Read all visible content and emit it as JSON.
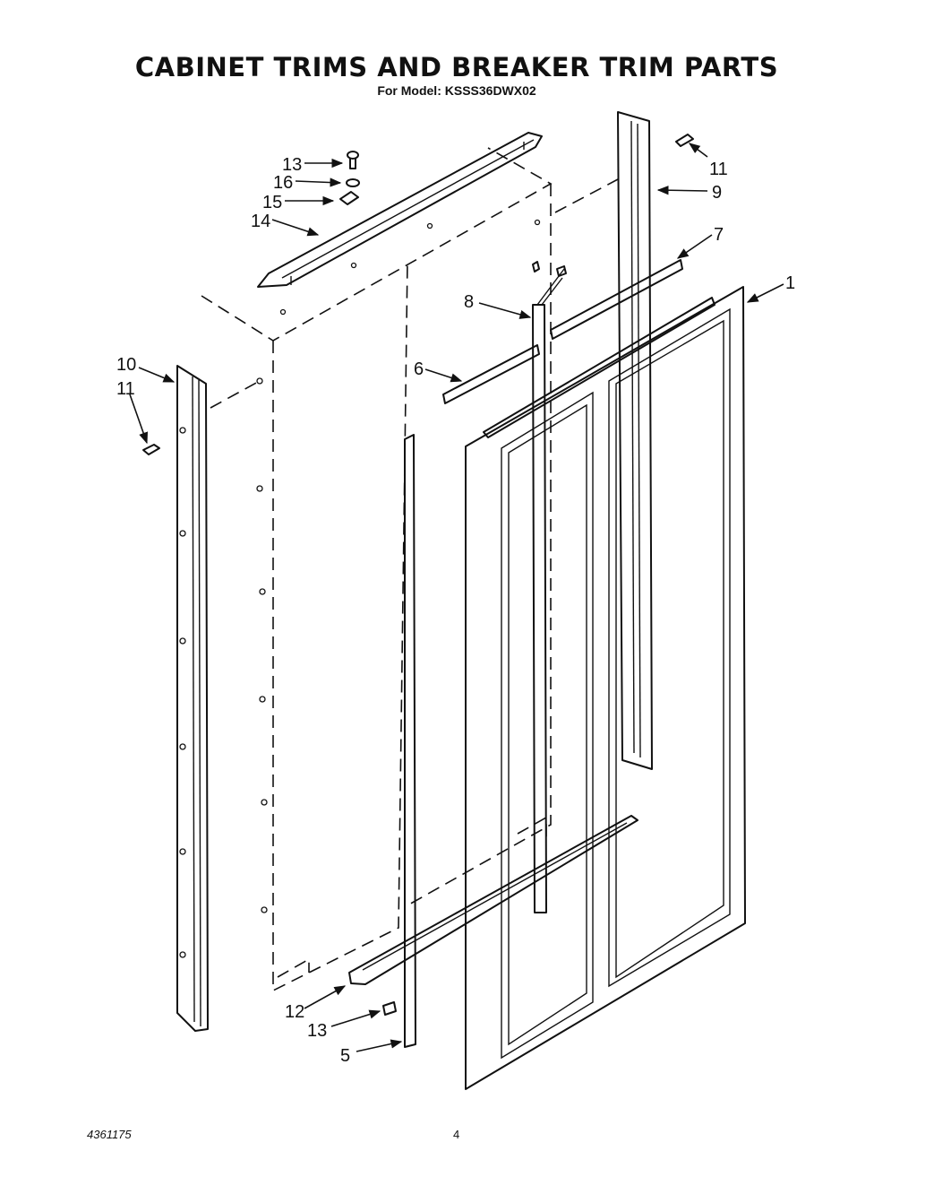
{
  "title": "CABINET TRIMS AND BREAKER TRIM PARTS",
  "subtitle": "For Model: KSSS36DWX02",
  "footer": {
    "doc_number": "4361175",
    "page_number": "4"
  },
  "callouts": {
    "c13_top": "13",
    "c16": "16",
    "c15": "15",
    "c14": "14",
    "c11_top": "11",
    "c9": "9",
    "c7": "7",
    "c1": "1",
    "c8": "8",
    "c6": "6",
    "c10": "10",
    "c11_left": "11",
    "c12": "12",
    "c13_bottom": "13",
    "c5": "5"
  }
}
